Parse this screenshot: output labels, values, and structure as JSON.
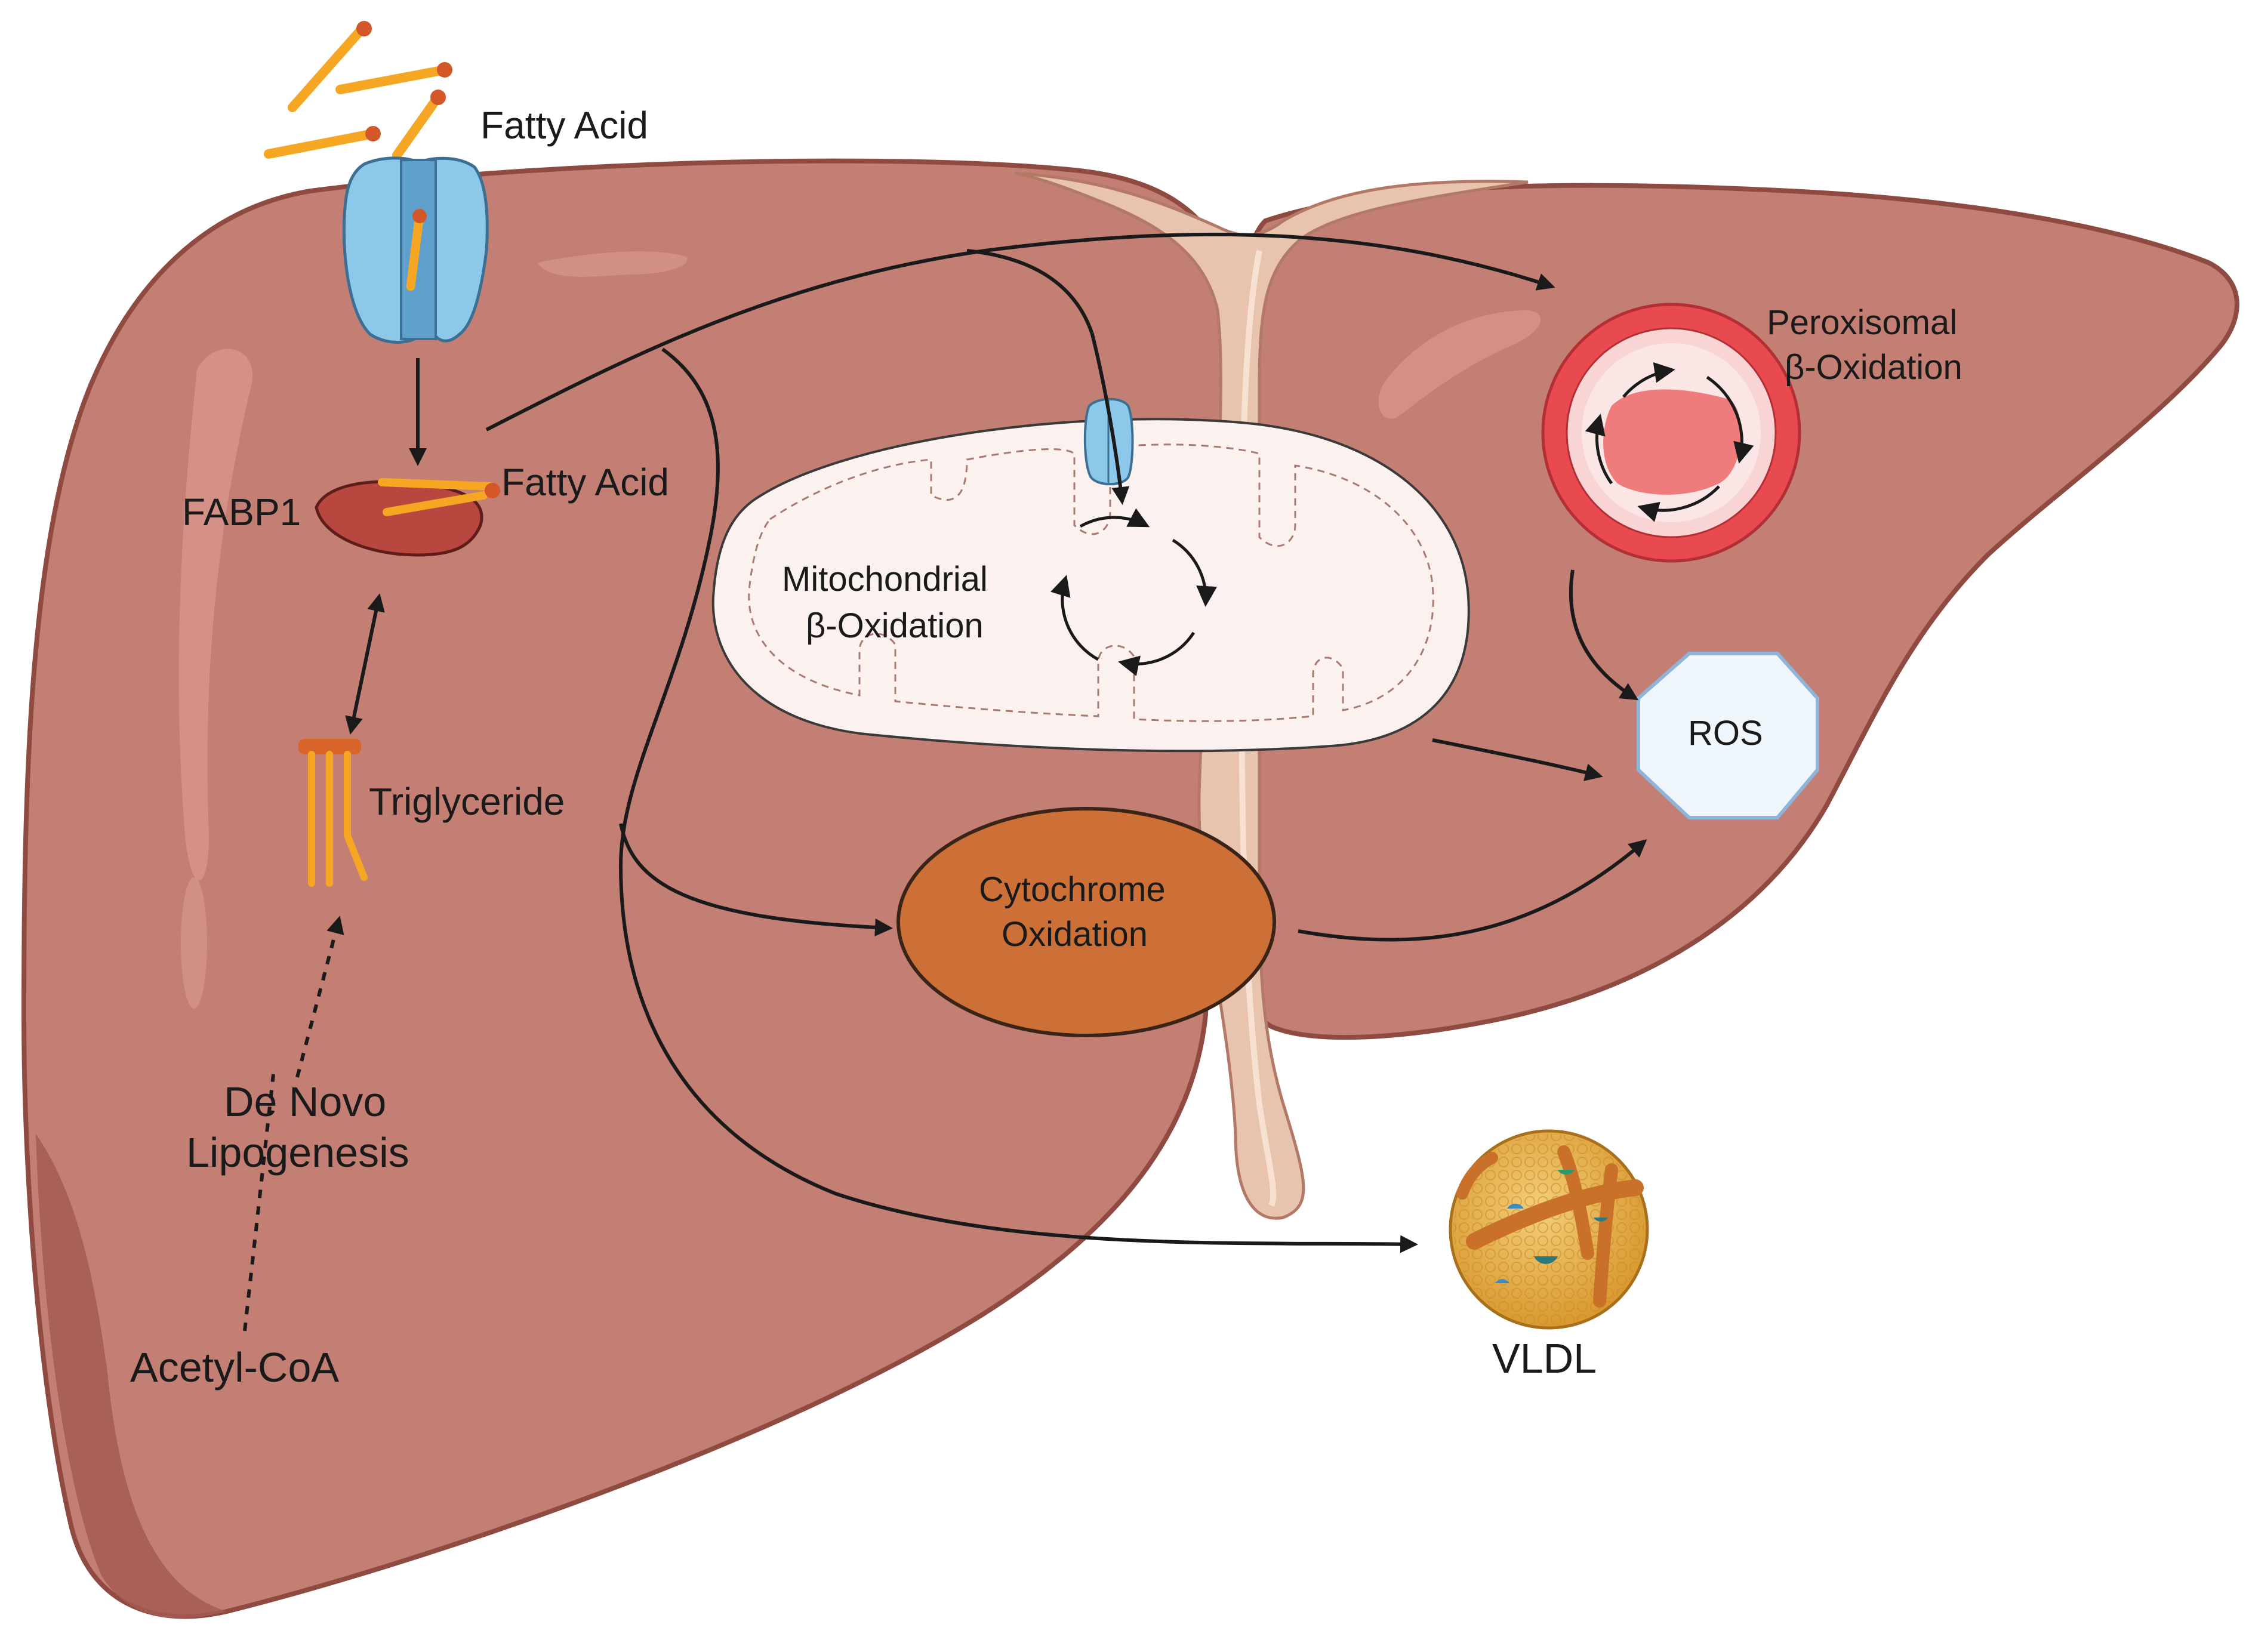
{
  "labels": {
    "fatty_acid_top": "Fatty Acid",
    "fatty_acid_bound": "Fatty Acid",
    "fabp1": "FABP1",
    "triglyceride": "Triglyceride",
    "de_novo_line1": "De Novo",
    "de_novo_line2": "Lipogenesis",
    "acetyl_coa": "Acetyl-CoA",
    "mito_line1": "Mitochondrial",
    "mito_line2": "β-Oxidation",
    "perox_line1": "Peroxisomal",
    "perox_line2": "β-Oxidation",
    "ros": "ROS",
    "cyto_line1": "Cytochrome",
    "cyto_line2": "Oxidation",
    "vldl": "VLDL"
  },
  "colors": {
    "liver": "#c47f74",
    "liver_dark": "#a35b52",
    "liver_outline": "#8f4a42",
    "liver_highlight": "#d9968c",
    "ligament": "#e8c3ad",
    "fatty_acid": "#f5a623",
    "fatty_acid_head": "#d4572a",
    "channel": "#8cc8ea",
    "fabp1": "#b8473f",
    "mito": "#fbf2ef",
    "peroxisome_ring": "#e84a4f",
    "peroxisome_core": "#f07b7d",
    "ros_fill": "#eef6fb",
    "ros_stroke": "#8fb4d9",
    "cytochrome": "#cd7038",
    "vldl": "#e8b04a"
  },
  "icons": [
    "fatty-acid-icon",
    "membrane-channel-icon",
    "fabp1-protein-icon",
    "triglyceride-icon",
    "mitochondrion-icon",
    "peroxisome-icon",
    "ros-octagon-icon",
    "vldl-particle-icon"
  ]
}
